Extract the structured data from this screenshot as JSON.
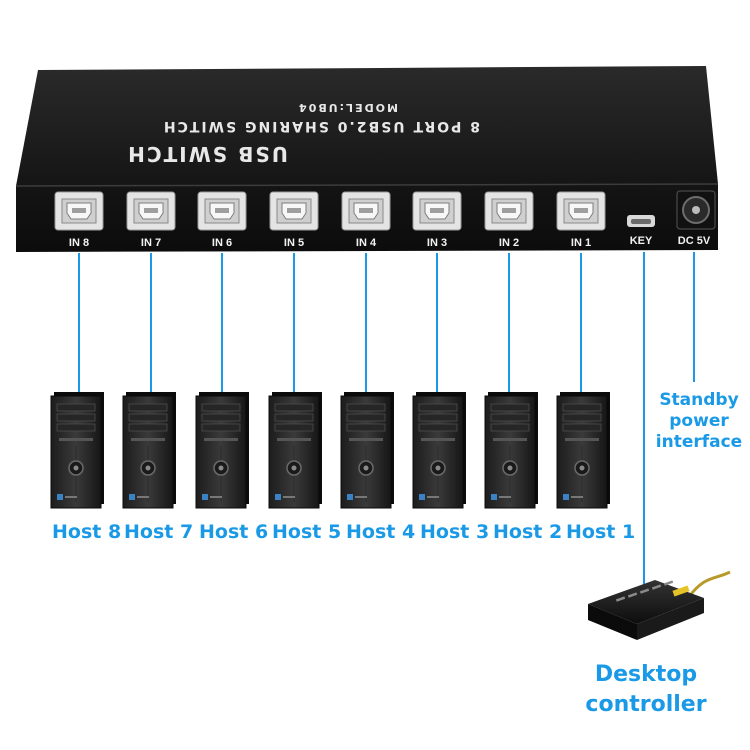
{
  "device": {
    "brand_label": "USB SWITCH",
    "product_label": "8 PORT USB2.0 SHARING SWITCH",
    "model_label": "MODEL:UB04"
  },
  "ports": [
    {
      "label": "IN 8"
    },
    {
      "label": "IN 7"
    },
    {
      "label": "IN 6"
    },
    {
      "label": "IN 5"
    },
    {
      "label": "IN 4"
    },
    {
      "label": "IN 3"
    },
    {
      "label": "IN 2"
    },
    {
      "label": "IN 1"
    }
  ],
  "key_port": {
    "label": "KEY"
  },
  "power_port": {
    "label": "DC 5V"
  },
  "hosts": [
    {
      "label": "Host 8"
    },
    {
      "label": "Host 7"
    },
    {
      "label": "Host 6"
    },
    {
      "label": "Host 5"
    },
    {
      "label": "Host 4"
    },
    {
      "label": "Host 3"
    },
    {
      "label": "Host 2"
    },
    {
      "label": "Host 1"
    }
  ],
  "standby": {
    "line1": "Standby",
    "line2": "power",
    "line3": "interface"
  },
  "controller": {
    "line1": "Desktop",
    "line2": "controller"
  },
  "colors": {
    "accent": "#1a9ae6",
    "device_body": "#1b1b1b"
  }
}
